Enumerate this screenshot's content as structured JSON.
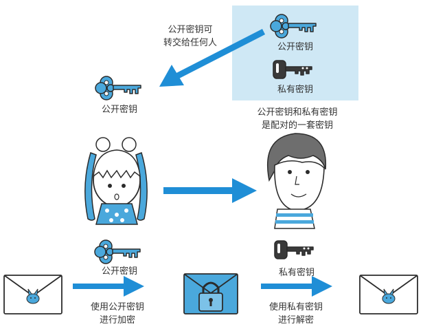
{
  "colors": {
    "blue": "#1f8ed6",
    "light_blue_panel": "#cfe8f5",
    "key_blue": "#4aa8dc",
    "key_dark": "#3a3a3a",
    "outline": "#2b2b2b"
  },
  "texts": {
    "send_public_key": [
      "公开密钥可",
      "转交给任何人"
    ],
    "panel_public_key": "公开密钥",
    "panel_private_key": "私有密钥",
    "left_public_key": "公开密钥",
    "pair_note": [
      "公开密钥和私有密钥",
      "是配对的一套密钥"
    ],
    "bottom_public_key": "公开密钥",
    "bottom_private_key": "私有密钥",
    "encrypt_caption": [
      "使用公开密钥",
      "进行加密"
    ],
    "decrypt_caption": [
      "使用私有密钥",
      "进行解密"
    ]
  },
  "icons": [
    "blue-key-icon",
    "black-key-icon",
    "envelope-icon",
    "locked-envelope-icon",
    "padlock-icon",
    "girl-character",
    "boy-character",
    "arrow-icon"
  ]
}
